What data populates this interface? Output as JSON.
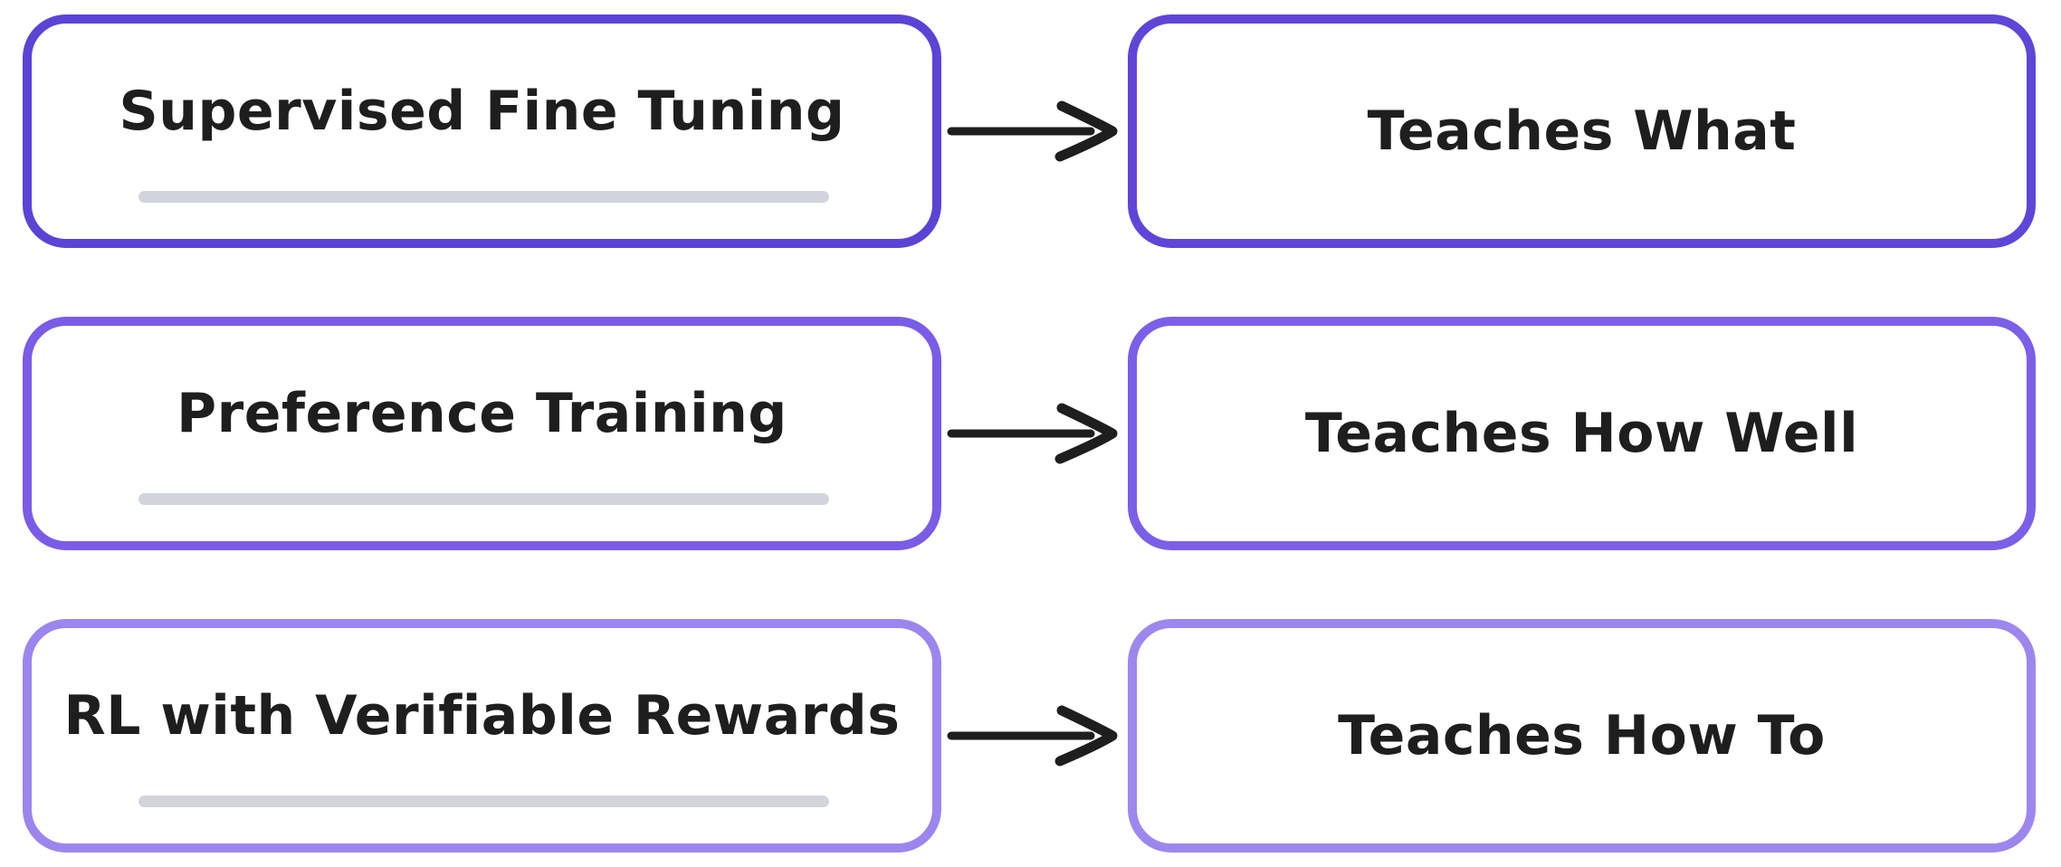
{
  "background": "#ffffff",
  "text_color": "#1e1e1e",
  "underline_color": "#d1d5db",
  "rows": [
    {
      "source": {
        "label": "Supervised Fine Tuning",
        "border_color": "#5b43d6",
        "underline": true
      },
      "arrow": {
        "color": "#1e1e1e",
        "direction": "right"
      },
      "target": {
        "label": "Teaches What",
        "border_color": "#5f46d8"
      }
    },
    {
      "source": {
        "label": "Preference Training",
        "border_color": "#7a5ce6",
        "underline": true
      },
      "arrow": {
        "color": "#1e1e1e",
        "direction": "right"
      },
      "target": {
        "label": "Teaches How Well",
        "border_color": "#7c5fe8"
      }
    },
    {
      "source": {
        "label": "RL with Verifiable Rewards",
        "border_color": "#9c85ee",
        "underline": true
      },
      "arrow": {
        "color": "#1e1e1e",
        "direction": "right"
      },
      "target": {
        "label": "Teaches How To",
        "border_color": "#9d87ef"
      }
    }
  ]
}
